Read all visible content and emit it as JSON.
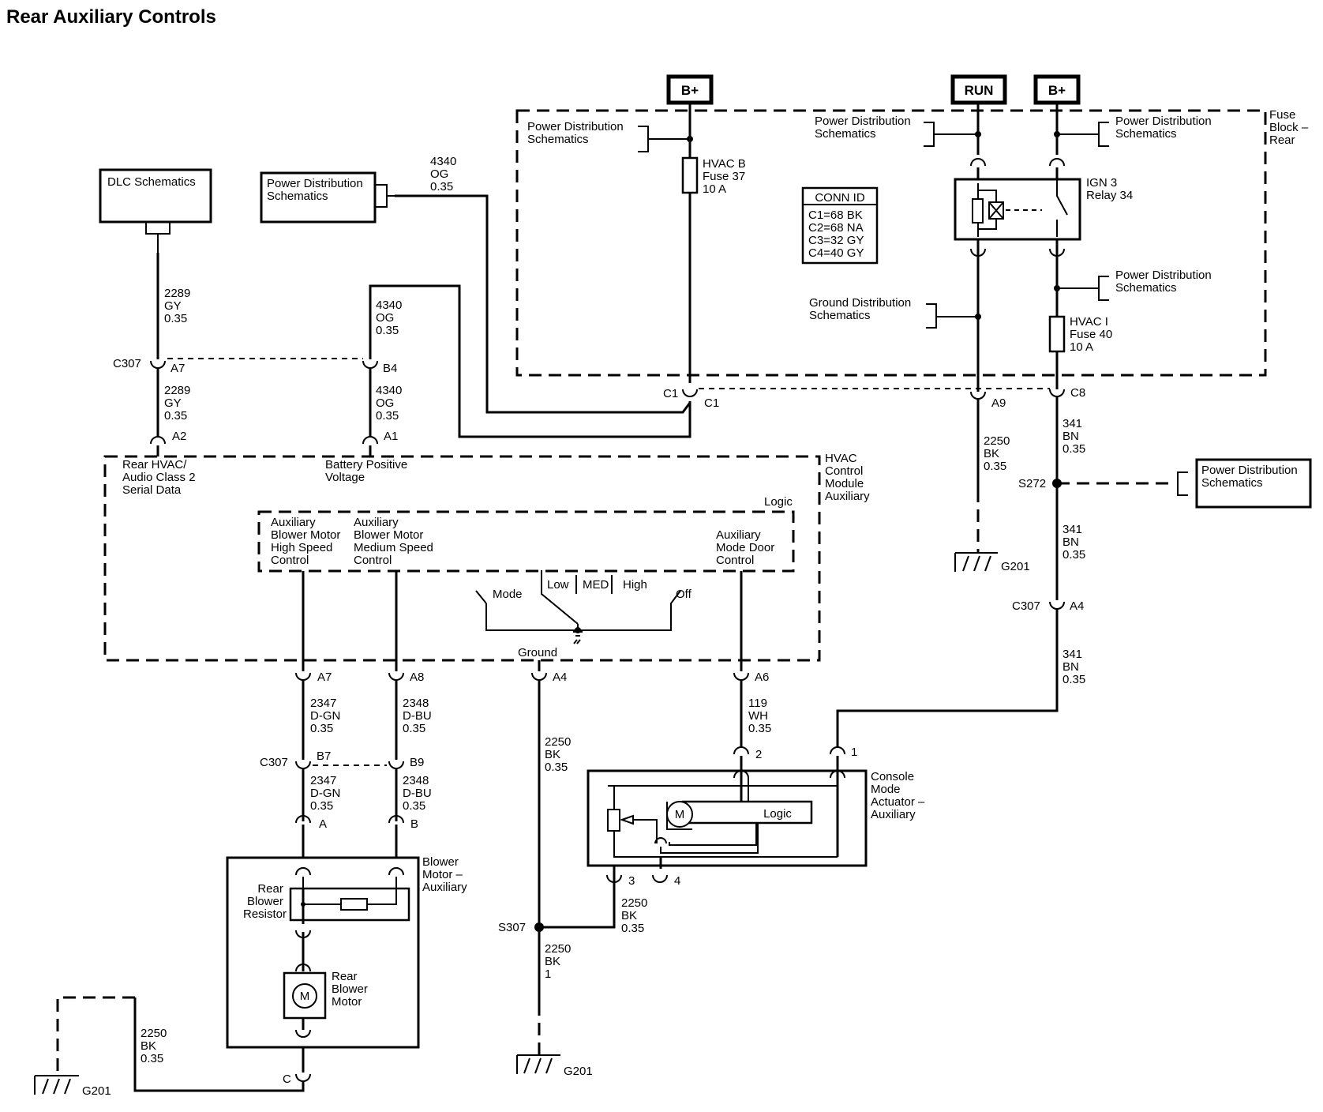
{
  "title": "Rear Auxiliary Controls",
  "power": {
    "bplus_1": "B+",
    "run": "RUN",
    "bplus_2": "B+"
  },
  "boxes": {
    "dlc": "DLC Schematics",
    "pds_left": [
      "Power Distribution",
      "Schematics"
    ],
    "pds_right": [
      "Power Distribution",
      "Schematics"
    ]
  },
  "fuse_block": {
    "label": [
      "Fuse",
      "Block –",
      "Rear"
    ],
    "pds_a": [
      "Power Distribution",
      "Schematics"
    ],
    "pds_b": [
      "Power Distribution",
      "Schematics"
    ],
    "pds_c": [
      "Power Distribution",
      "Schematics"
    ],
    "pds_d": [
      "Power Distribution",
      "Schematics"
    ],
    "gds": [
      "Ground Distribution",
      "Schematics"
    ],
    "fuse37": [
      "HVAC B",
      "Fuse 37",
      "10 A"
    ],
    "fuse40": [
      "HVAC I",
      "Fuse 40",
      "10 A"
    ],
    "relay": [
      "IGN 3",
      "Relay 34"
    ],
    "conn_id": {
      "title": "CONN ID",
      "rows": [
        "C1=68 BK",
        "C2=68 NA",
        "C3=32 GY",
        "C4=40 GY"
      ]
    }
  },
  "connectors": {
    "c307": "C307",
    "a7": "A7",
    "b4": "B4",
    "a2": "A2",
    "a1": "A1",
    "c1_left": "C1",
    "c1_right": "C1",
    "a9": "A9",
    "c8": "C8",
    "s272": "S272",
    "c307_a4_ref": "C307",
    "a4_right": "A4",
    "m_a7": "A7",
    "m_a8": "A8",
    "m_a4": "A4",
    "m_a6": "A6",
    "c307_b": "C307",
    "b7": "B7",
    "b9": "B9",
    "bl_a": "A",
    "bl_b": "B",
    "act_1": "1",
    "act_2": "2",
    "act_3": "3",
    "act_4": "4",
    "s307": "S307",
    "c_bot": "C"
  },
  "wires": {
    "w2289_top": [
      "2289",
      "GY",
      "0.35"
    ],
    "w4340_top": [
      "4340",
      "OG",
      "0.35"
    ],
    "w4340_mid": [
      "4340",
      "OG",
      "0.35"
    ],
    "w2289_bot": [
      "2289",
      "GY",
      "0.35"
    ],
    "w4340_bot": [
      "4340",
      "OG",
      "0.35"
    ],
    "w2250_a9": [
      "2250",
      "BK",
      "0.35"
    ],
    "w341_a": [
      "341",
      "BN",
      "0.35"
    ],
    "w341_b": [
      "341",
      "BN",
      "0.35"
    ],
    "w341_c": [
      "341",
      "BN",
      "0.35"
    ],
    "w2347_a": [
      "2347",
      "D-GN",
      "0.35"
    ],
    "w2348_a": [
      "2348",
      "D-BU",
      "0.35"
    ],
    "w2347_b": [
      "2347",
      "D-GN",
      "0.35"
    ],
    "w2348_b": [
      "2348",
      "D-BU",
      "0.35"
    ],
    "w2250_mid": [
      "2250",
      "BK",
      "0.35"
    ],
    "w119": [
      "119",
      "WH",
      "0.35"
    ],
    "w2250_act": [
      "2250",
      "BK",
      "0.35"
    ],
    "w2250_s307": [
      "2250",
      "BK",
      "1"
    ],
    "w2250_left": [
      "2250",
      "BK",
      "0.35"
    ]
  },
  "module": {
    "name": [
      "HVAC",
      "Control",
      "Module",
      "Auxiliary"
    ],
    "serial": [
      "Rear HVAC/",
      "Audio Class 2",
      "Serial Data"
    ],
    "battery": [
      "Battery Positive",
      "Voltage"
    ],
    "logic": "Logic",
    "high_speed": [
      "Auxiliary",
      "Blower Motor",
      "High Speed",
      "Control"
    ],
    "medium_speed": [
      "Auxiliary",
      "Blower Motor",
      "Medium Speed",
      "Control"
    ],
    "mode_door": [
      "Auxiliary",
      "Mode Door",
      "Control"
    ],
    "switch": {
      "mode": "Mode",
      "low": "Low",
      "med": "MED",
      "high": "High",
      "off": "Off"
    },
    "ground": "Ground"
  },
  "actuator": {
    "name": [
      "Console",
      "Mode",
      "Actuator –",
      "Auxiliary"
    ],
    "logic": "Logic",
    "motor": "M"
  },
  "blower": {
    "name": [
      "Blower",
      "Motor –",
      "Auxiliary"
    ],
    "resistor": [
      "Rear",
      "Blower",
      "Resistor"
    ],
    "motor": [
      "Rear",
      "Blower",
      "Motor"
    ],
    "m": "M"
  },
  "grounds": {
    "g201_a": "G201",
    "g201_b": "G201",
    "g201_c": "G201"
  }
}
